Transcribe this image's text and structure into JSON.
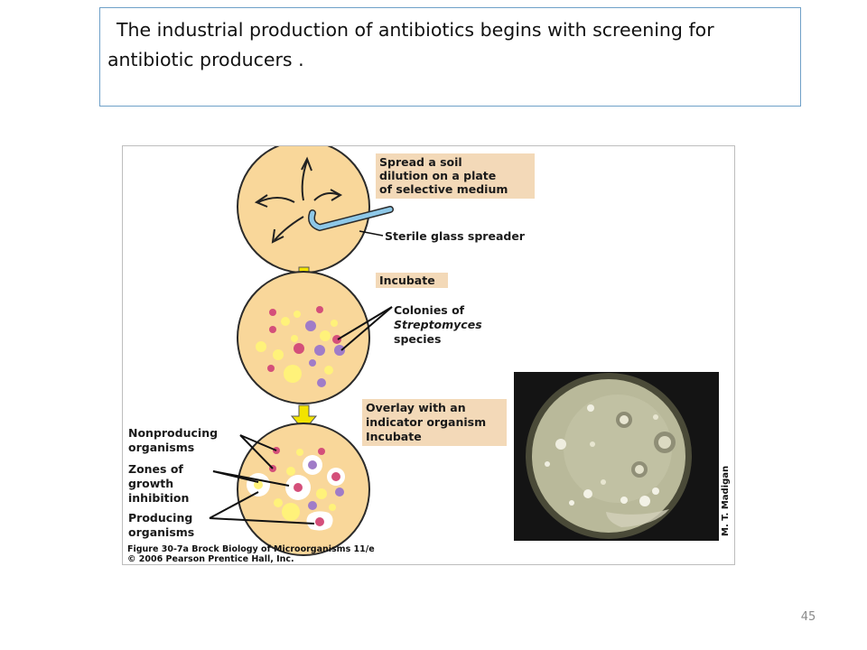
{
  "slide": {
    "title": "The industrial production of antibiotics begins with screening for antibiotic producers .",
    "page_number": "45"
  },
  "figure": {
    "labels": {
      "spread_1": "Spread a soil",
      "spread_2": "dilution on a plate",
      "spread_3": "of selective medium",
      "spreader": "Sterile glass spreader",
      "incubate": "Incubate",
      "colonies_1": "Colonies of",
      "colonies_2": "Streptomyces",
      "colonies_3": "species",
      "overlay_1": "Overlay with an",
      "overlay_2": "indicator organism",
      "overlay_3": "Incubate",
      "nonproducing_1": "Nonproducing",
      "nonproducing_2": "organisms",
      "zones_1": "Zones of",
      "zones_2": "growth",
      "zones_3": "inhibition",
      "producing_1": "Producing",
      "producing_2": "organisms"
    },
    "caption_1": "Figure 30-7a  Brock Biology of Microorganisms 11/e",
    "caption_2": "© 2006 Pearson Prentice Hall, Inc.",
    "photo_credit": "M. T. Madigan"
  },
  "colors": {
    "plate_fill": "#f9d79a",
    "plate_stroke": "#2b2b2b",
    "arrow_fill": "#f2e300",
    "label_bg": "#f3d9b8",
    "colony_pink": "#d44f7a",
    "colony_purple": "#a07cc8",
    "colony_yellow": "#fff27a",
    "spreader_blue": "#8ec8e8"
  }
}
